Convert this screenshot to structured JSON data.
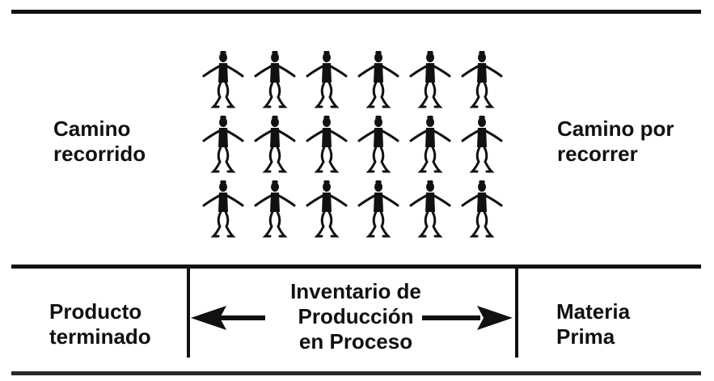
{
  "labels": {
    "path_done": "Camino\nrecorrido",
    "path_todo": "Camino por\nrecorrer",
    "finished_product": "Producto\nterminado",
    "wip_inventory": "Inventario de\nProducción\nen Proceso",
    "raw_material": "Materia\nPrima"
  },
  "figures": {
    "icon": "worker-figure-icon",
    "rows": 3,
    "columns": 6
  },
  "arrows": [
    {
      "name": "arrow-left",
      "direction": "left"
    },
    {
      "name": "arrow-right",
      "direction": "right"
    }
  ],
  "colors": {
    "ink": "#111111",
    "background": "#ffffff"
  }
}
